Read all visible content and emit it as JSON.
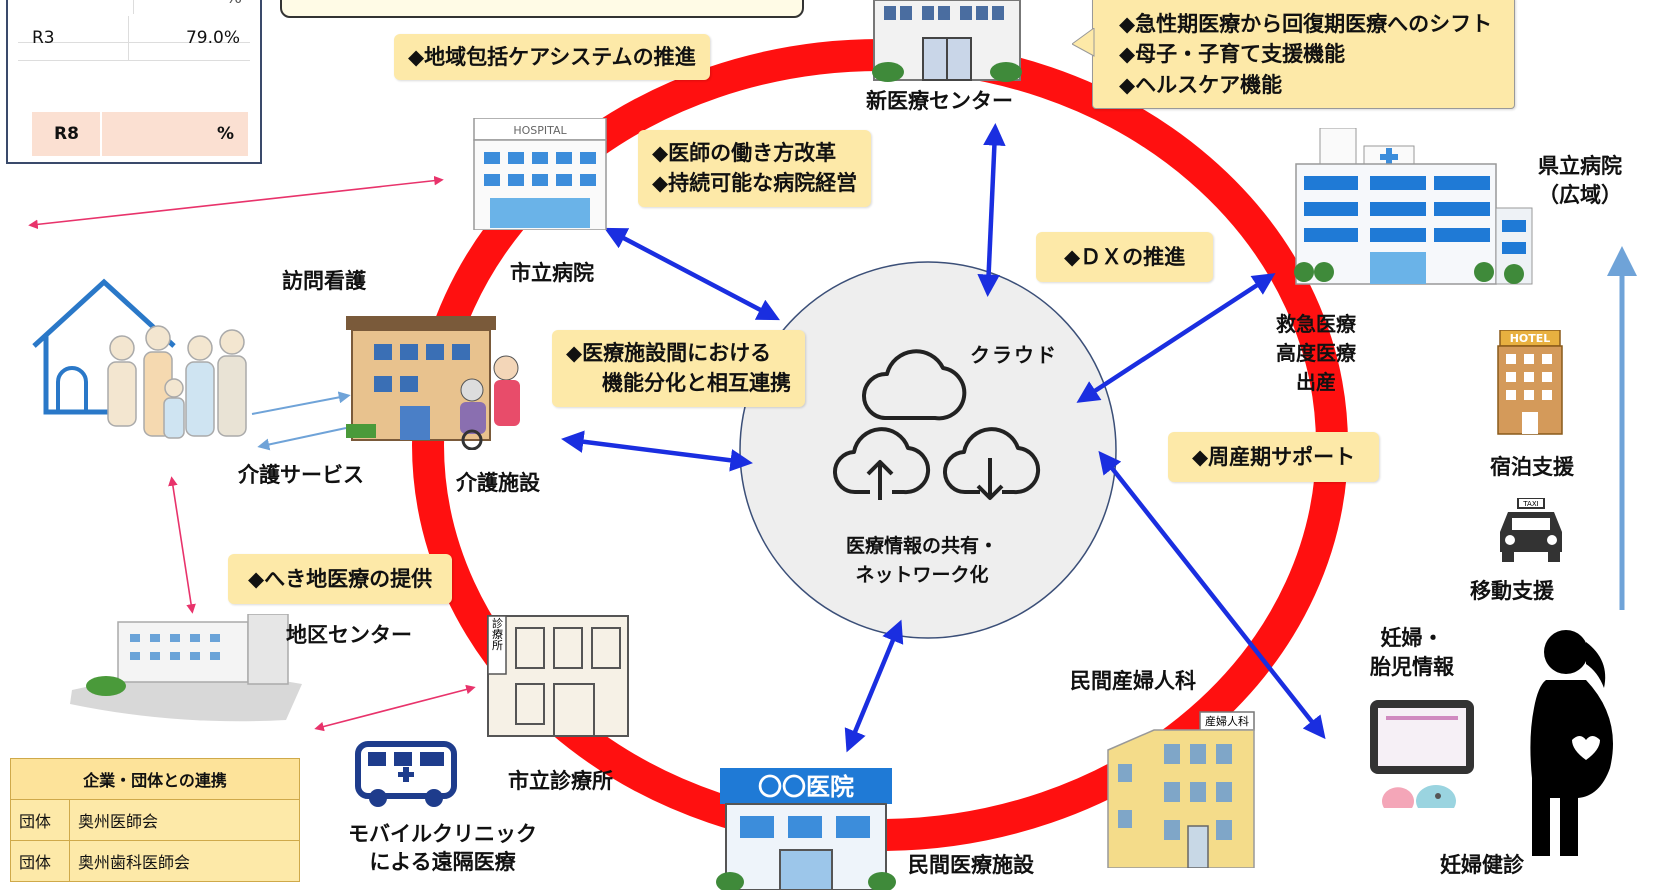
{
  "prev_table": {
    "row_value_partial": "%",
    "row_r3_label": "R3",
    "row_r3_value": "79.0%",
    "row_r8_label": "R8",
    "row_r8_value": "%"
  },
  "cloud": {
    "label": "クラウド",
    "caption_line1": "医療情報の共有・",
    "caption_line2": "ネットワーク化"
  },
  "facilities": {
    "new_center": "新医療センター",
    "city_hospital": "市立病院",
    "visiting_nursing": "訪問看護",
    "care_facility": "介護施設",
    "care_service": "介護サービス",
    "district_center": "地区センター",
    "city_clinic": "市立診療所",
    "mobile_clinic_line1": "モバイルクリニック",
    "mobile_clinic_line2": "による遠隔医療",
    "private_facility": "民間医療施設",
    "private_obgyn": "民間産婦人科",
    "prefectural_hospital_line1": "県立病院",
    "prefectural_hospital_line2": "（広域）",
    "emergency_line1": "救急医療",
    "emergency_line2": "高度医療",
    "emergency_line3": "出産",
    "lodging_support": "宿泊支援",
    "transport_support": "移動支援",
    "pregnancy_info_line1": "妊婦・",
    "pregnancy_info_line2": "胎児情報",
    "prenatal_checkup": "妊婦健診"
  },
  "sign_texts": {
    "hospital_sign": "HOSPITAL",
    "hotel_sign": "HOTEL",
    "taxi_sign": "TAXI",
    "clinic_sign": "診療所",
    "obgyn_sign": "産婦人科",
    "clinic_name": "〇〇医院"
  },
  "callouts": {
    "community_care": "◆地域包括ケアシステムの推進",
    "doctor_reform_line1": "◆医師の働き方改革",
    "doctor_reform_line2": "◆持続可能な病院経営",
    "dx": "◆ＤＸの推進",
    "function_line1": "◆医療施設間における",
    "function_line2": "機能分化と相互連携",
    "perinatal": "◆周産期サポート",
    "remote_area": "◆へき地医療の提供",
    "center_shift": "◆急性期医療から回復期医療へのシフト",
    "center_childcare": "◆母子・子育て支援機能",
    "center_health": "◆ヘルスケア機能"
  },
  "partners": {
    "title": "企業・団体との連携",
    "rows": [
      {
        "type": "団体",
        "name": "奥州医師会"
      },
      {
        "type": "団体",
        "name": "奥州歯科医師会"
      }
    ]
  },
  "colors": {
    "ring": "#ff1010",
    "callout_bg": "#fde9a8",
    "arrow_blue": "#1a2ee0",
    "arrow_pink": "#e8336b",
    "arrow_lightblue": "#6fa3d8",
    "cloud_fill": "#eeeeee"
  }
}
